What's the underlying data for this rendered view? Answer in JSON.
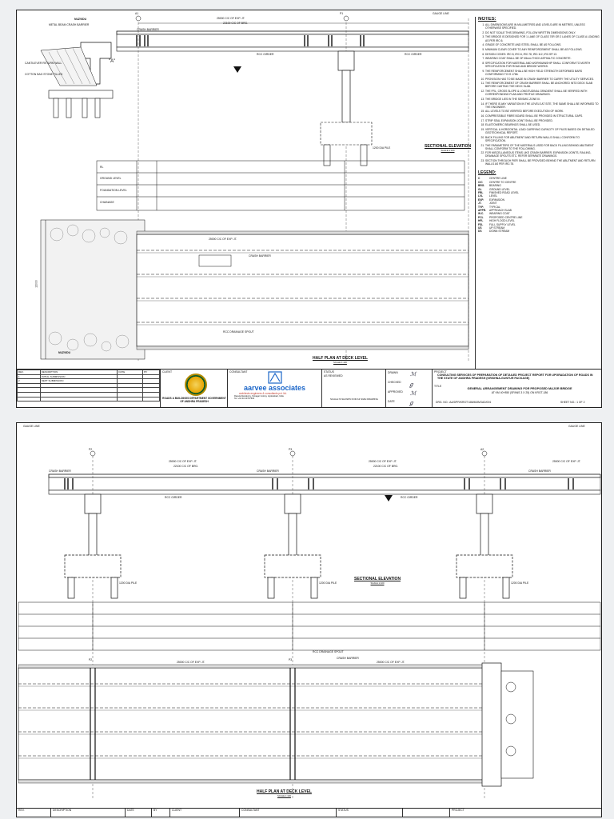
{
  "sheet1": {
    "to_label": "NUZVIDU",
    "kerb_label": "CRASH BARRIER",
    "metal_beam_label": "METAL BEAM CRASH BARRIER",
    "rcc_girder": "RCC GIRDER",
    "span_label": "25000 C/C OF EXP. JT.",
    "span_label2": "22100 C/C OF BRG.",
    "gauge_label": "GAUGE LINE",
    "retaining_label": "CANTILEVER RETURN WALL",
    "cloth_label": "COTTON BAG STONE FILLED",
    "pier_p1": "P1",
    "pier_a1": "A1",
    "point_a": "\"A\"",
    "pile_dia": "1200 DIA PILE",
    "rows": [
      "RL",
      "GROUND LEVEL",
      "FOUNDATION LEVEL",
      "CHAINAGE"
    ],
    "sectional_elevation": "SECTIONAL ELEVATION",
    "scale_text": "SCALE 1:100",
    "half_plan": "HALF PLAN AT DECK LEVEL",
    "dim_width": "12000",
    "drainage_spout": "RCC DRAINAGE SPOUT",
    "notes_title": "NOTES:",
    "notes": [
      "ALL DIMENSIONS ARE IN MILLIMETRES AND LEVELS ARE IN METRES, UNLESS OTHERWISE SPECIFIED.",
      "DO NOT SCALE THIS DRAWING, FOLLOW WRITTEN DIMENSIONS ONLY.",
      "THE BRIDGE IS DESIGNED FOR 1 LANE OF CLASS 70R OR 2 LANES OF CLASS A LOADING AS PER IRC:6.",
      "GRADE OF CONCRETE AND STEEL SHALL BE AS FOLLOWS.",
      "MINIMUM CLEAR COVER TO ANY REINFORCEMENT SHALL BE AS FOLLOWS.",
      "DESIGN CODES: IRC:5, IRC:6, IRC:78, IRC:112, IRC:SP:13.",
      "WEARING COAT SHALL BE OF 65mm THICK ASPHALTIC CONCRETE.",
      "SPECIFICATION FOR MATERIAL AND WORKMANSHIP SHALL CONFORM TO MORTH SPECIFICATION FOR ROAD AND BRIDGE WORKS.",
      "THE REINFORCEMENT SHALL BE HIGH YIELD STRENGTH DEFORMED BARS CONFORMING TO IS 1786.",
      "PROVISION HAS TO BE MADE IN CRASH BARRIER TO CARRY THE UTILITY SERVICES.",
      "THE REINFORCEMENT OF CRASH BARRIER SHALL BE ANCHORED INTO DECK SLAB BEFORE CASTING THE DECK SLAB.",
      "THE FRL, CROSS SLOPE & LONGITUDINAL GRADIENT SHALL BE VERIFIED WITH CORRESPONDING PLAN AND PROFILE DRAWINGS.",
      "THE BRIDGE LIES IN THE SEISMIC ZONE III.",
      "IF THERE IS ANY VARIATION IN THE LEVELS AT SITE, THE SAME SHALL BE INFORMED TO THE ENGINEER.",
      "ALL LEVELS TO BE VERIFIED BEFORE EXECUTION OF WORK.",
      "COMPRESSIBLE FIBRE BOARD SHALL BE PROVIDED IN STRUCTURAL GAPS.",
      "STRIP SEAL EXPANSION JOINT SHALL BE PROVIDED.",
      "ELASTOMERIC BEARINGS SHALL BE USED.",
      "VERTICAL & HORIZONTAL LOAD CARRYING CAPACITY OF PILES BASED ON DETAILED GEOTECHNICAL REPORT.",
      "BACK FILLING FOR ABUTMENT AND RETURN WALLS SHALL CONFORM TO SPECIFICATION.",
      "THE PARAMETERS OF THE MATERIALS USED FOR BACK FILLING BEHIND ABUTMENT SHALL CONFORM TO THE FOLLOWING.",
      "FOR MISCELLANEOUS ITEMS LIKE CRASH BARRIER, EXPANSION JOINTS, RAILING, DRAINAGE SPOUTS ETC. REFER SEPARATE DRAWINGS.",
      "SECTION THROUGH PIER SHALL BE PROVIDED BEHIND THE ABUTMENT AND RETURN WALLS AS PER IRC:78."
    ],
    "legend_title": "LEGEND:",
    "legend": [
      [
        "C",
        "CENTRE LINE"
      ],
      [
        "C/C",
        "CENTRE TO CENTRE"
      ],
      [
        "BRG.",
        "BEARING"
      ],
      [
        "GL",
        "GROUND LEVEL"
      ],
      [
        "FRL",
        "FINISHED ROAD LEVEL"
      ],
      [
        "LVL",
        "LEVEL"
      ],
      [
        "EXP.",
        "EXPANSION"
      ],
      [
        "JT.",
        "JOINT"
      ],
      [
        "TYP.",
        "TYPICAL"
      ],
      [
        "APPR.",
        "APPROACH SLAB"
      ],
      [
        "W.C.",
        "WEARING COAT"
      ],
      [
        "PCL",
        "PROPOSED CENTRE LINE"
      ],
      [
        "HFL",
        "HIGH FLOOD LEVEL"
      ],
      [
        "FSL",
        "FULL SUPPLY LEVEL"
      ],
      [
        "US",
        "UP STREAM"
      ],
      [
        "DS",
        "DOWN STREAM"
      ]
    ],
    "titleblock": {
      "rev_head": [
        "REV.",
        "DESCRIPTION",
        "DATE",
        "BY"
      ],
      "rev_rows": [
        [
          "1",
          "INITIAL SUBMISSION",
          "",
          ""
        ],
        [
          "2",
          "DEPT SUBMISSION",
          "",
          ""
        ]
      ],
      "client_label": "CLIENT",
      "client_name": "ROADS & BUILDINGS DEPARTMENT GOVERNMENT OF ANDHRA PRADESH",
      "consultant_label": "CONSULTANT",
      "firm": "aarvee associates",
      "firm_sub": "architects engineers & consultants pvt. ltd.",
      "firm_addr": "Ravula Residency, Srinagar Colony, Hyderabad, India",
      "firm_tel": "Tel: +91 40 23737633",
      "status_label": "STATUS",
      "status": "AS REVIEWED",
      "scale_note": "SCALE IS SHOWN FOR A3 SIZE DRAWING",
      "project_label": "PROJECT",
      "project": "CONSULTING SERVICES OF PREPARATION OF DETAILED PROJECT REPORT FOR UPGRADATION OF ROADS IN THE STATE OF ANDHRA PRADESH (KRISHNA-GUNTUR PACKAGE)",
      "title_label": "TITLE",
      "title": "GENERAL ARRANGEMENT DRAWING FOR PROPOSED MAJOR BRIDGE",
      "title2": "AT KM 40+850 (SPANS 3 X 25) ON KRGT-186",
      "drg_no": "DRG. NO.: AA/DPR/KRGT/186/MJB/GAD/001",
      "sheet_no": "SHEET NO.: 1 OF 2",
      "roles": [
        "DRAWN",
        "CHECKED",
        "APPROVED",
        "DATE"
      ]
    }
  },
  "sheet2": {
    "gauge_label": "GAUGE LINE",
    "span_label": "25000 C/C OF EXP. JT.",
    "span_label2": "22100 C/C OF BRG.",
    "kerb_label": "CRASH BARRIER",
    "rcc_girder": "RCC GIRDER",
    "piers": [
      "P2",
      "P3",
      "A2"
    ],
    "pile_dia": "1200 DIA PILE",
    "sectional_elevation": "SECTIONAL ELEVATION",
    "scale_text": "SCALE 1:100",
    "half_plan": "HALF PLAN AT DECK LEVEL",
    "drainage_spout": "RCC DRAINAGE SPOUT",
    "crash_barrier": "CRASH BARRIER",
    "tb_labels": [
      "REV.",
      "DESCRIPTION",
      "DATE",
      "BY",
      "CLIENT",
      "CONSULTANT",
      "STATUS",
      "PROJECT"
    ]
  }
}
